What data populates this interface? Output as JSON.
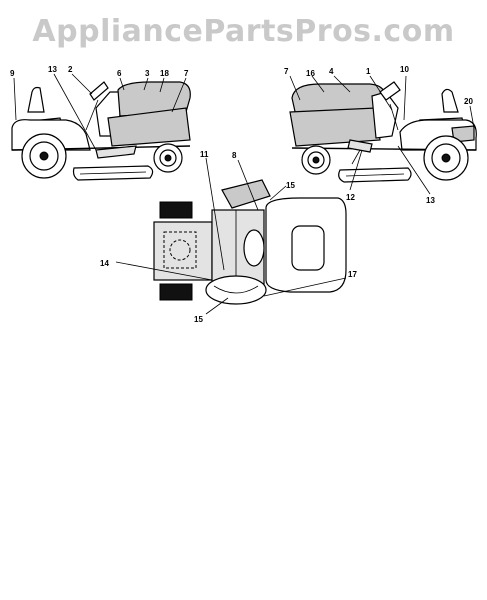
{
  "watermark": {
    "text": "AppliancePartsPros.com"
  },
  "left_tractor": {
    "callouts": [
      "9",
      "13",
      "2",
      "6",
      "3",
      "18",
      "7"
    ]
  },
  "right_tractor": {
    "callouts": [
      "7",
      "16",
      "4",
      "1",
      "10",
      "20",
      "12",
      "13"
    ]
  },
  "top_view": {
    "callouts": [
      "11",
      "8",
      "15",
      "14",
      "17",
      "15"
    ]
  },
  "colors": {
    "decal_fill": "#c9c9c9",
    "line": "#000000",
    "watermark": "#c9c9c9"
  }
}
